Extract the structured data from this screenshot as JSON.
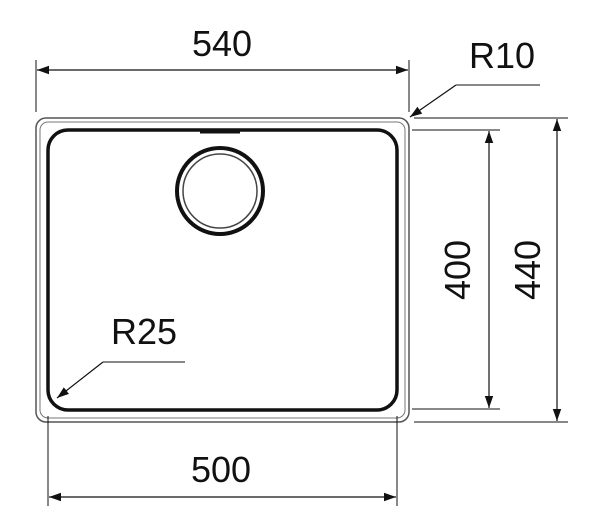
{
  "dimensions": {
    "outer_width": "540",
    "inner_width": "500",
    "inner_height": "400",
    "outer_height": "440",
    "outer_radius": "R10",
    "inner_radius": "R25"
  },
  "colors": {
    "line": "#111111",
    "outline": "#444444"
  }
}
